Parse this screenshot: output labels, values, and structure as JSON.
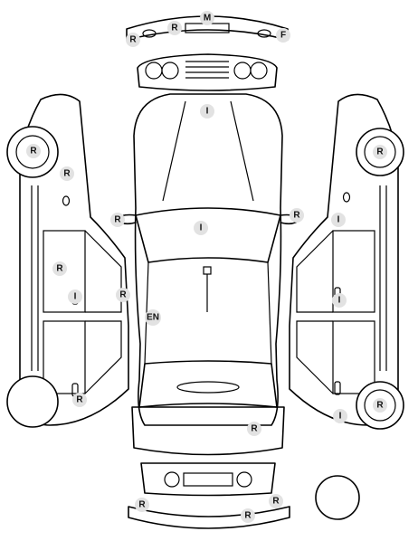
{
  "diagram": {
    "markers": {
      "front_bumper_M": "M",
      "front_bumper_R_left": "R",
      "front_bumper_R_mid": "R",
      "front_bumper_F": "F",
      "hood_I": "I",
      "windshield_I": "I",
      "mirror_left_R": "R",
      "mirror_right_R": "R",
      "left_front_wheel_R": "R",
      "left_front_fender_R": "R",
      "left_front_door_R": "R",
      "left_front_door_I": "I",
      "left_pillar_R": "R",
      "engine_EN": "EN",
      "left_rear_R": "R",
      "trunk_R": "R",
      "right_front_wheel_R": "R",
      "right_front_fender_I": "I",
      "right_front_door_I": "I",
      "right_rear_I": "I",
      "right_rear_wheel_R": "R",
      "rear_bumper_R_left": "R",
      "rear_bumper_R_mid": "R",
      "rear_bumper_R_right": "R"
    }
  }
}
